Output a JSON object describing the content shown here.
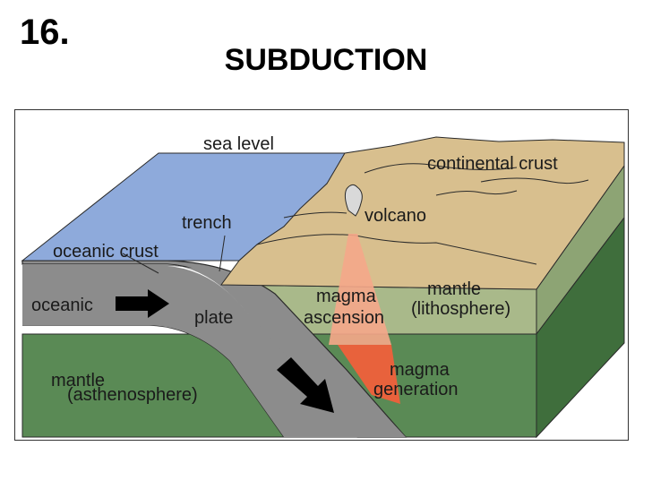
{
  "slide": {
    "number": "16.",
    "title": "SUBDUCTION"
  },
  "diagram": {
    "labels": {
      "sea_level": "sea level",
      "continental_crust": "continental crust",
      "trench": "trench",
      "volcano": "volcano",
      "oceanic_crust": "oceanic crust",
      "oceanic": "oceanic",
      "plate": "plate",
      "magma": "magma",
      "ascension": "ascension",
      "mantle_lith": "mantle",
      "lithosphere": "(lithosphere)",
      "mantle_asth": "mantle",
      "asthenosphere": "(asthenosphere)",
      "magma_gen": "magma",
      "generation": "generation"
    },
    "colors": {
      "ocean": "#8eaadb",
      "continent": "#d8bf8e",
      "mantle_lithosphere": "#a9b98a",
      "mantle_asthenosphere": "#5a8a55",
      "plate": "#8c8c8c",
      "magma": "#e8623c",
      "magma_light": "#f5a78a"
    }
  }
}
